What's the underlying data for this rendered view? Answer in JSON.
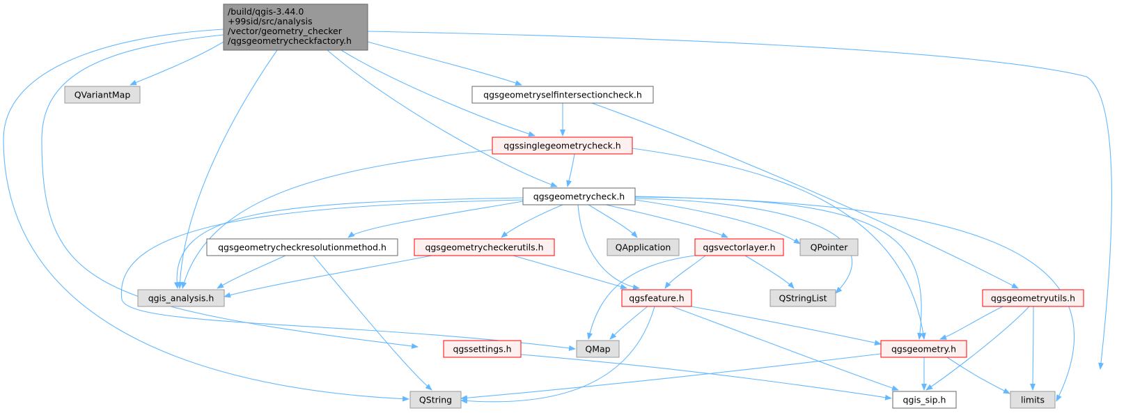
{
  "colors": {
    "edge": "#63b8ff",
    "root_fill": "#999999",
    "root_border": "#666666",
    "doc_fill": "#ffffff",
    "doc_border": "#666666",
    "red_fill": "#fff0f0",
    "red_border": "#ff0000",
    "ext_fill": "#e0e0e0",
    "ext_border": "#999999"
  },
  "nodes": {
    "root": {
      "lines": [
        "/build/qgis-3.44.0",
        "+99sid/src/analysis",
        "/vector/geometry_checker",
        "/qgsgeometrycheckfactory.h"
      ],
      "style": "root"
    },
    "qvariantmap": {
      "lines": [
        "QVariantMap"
      ],
      "style": "ext"
    },
    "selfint": {
      "lines": [
        "qgsgeometryselfintersectioncheck.h"
      ],
      "style": "doc"
    },
    "singlecheck": {
      "lines": [
        "qgssinglegeometrycheck.h"
      ],
      "style": "red"
    },
    "geomcheck": {
      "lines": [
        "qgsgeometrycheck.h"
      ],
      "style": "doc"
    },
    "resmethod": {
      "lines": [
        "qgsgeometrycheckresolutionmethod.h"
      ],
      "style": "doc"
    },
    "checkerutils": {
      "lines": [
        "qgsgeometrycheckerutils.h"
      ],
      "style": "red"
    },
    "qapplication": {
      "lines": [
        "QApplication"
      ],
      "style": "ext"
    },
    "vectorlayer": {
      "lines": [
        "qgsvectorlayer.h"
      ],
      "style": "red"
    },
    "qpointer": {
      "lines": [
        "QPointer"
      ],
      "style": "ext"
    },
    "qgisanalysis": {
      "lines": [
        "qgis_analysis.h"
      ],
      "style": "ext"
    },
    "feature": {
      "lines": [
        "qgsfeature.h"
      ],
      "style": "red"
    },
    "qstringlist": {
      "lines": [
        "QStringList"
      ],
      "style": "ext"
    },
    "geomutils": {
      "lines": [
        "qgsgeometryutils.h"
      ],
      "style": "red"
    },
    "settings": {
      "lines": [
        "qgssettings.h"
      ],
      "style": "red"
    },
    "qmap": {
      "lines": [
        "QMap"
      ],
      "style": "ext"
    },
    "geometry": {
      "lines": [
        "qgsgeometry.h"
      ],
      "style": "red"
    },
    "qstring": {
      "lines": [
        "QString"
      ],
      "style": "ext"
    },
    "qgissip": {
      "lines": [
        "qgis_sip.h"
      ],
      "style": "doc"
    },
    "limits": {
      "lines": [
        "limits"
      ],
      "style": "ext"
    }
  },
  "edges": [
    [
      "root",
      "qvariantmap"
    ],
    [
      "root",
      "selfint"
    ],
    [
      "root",
      "singlecheck"
    ],
    [
      "root",
      "geomcheck"
    ],
    [
      "root",
      "qgisanalysis"
    ],
    [
      "root",
      "qstring"
    ],
    [
      "root",
      "settings"
    ],
    [
      "root",
      "qgissip"
    ],
    [
      "selfint",
      "singlecheck"
    ],
    [
      "selfint",
      "geomutils"
    ],
    [
      "singlecheck",
      "geomcheck"
    ],
    [
      "singlecheck",
      "qgisanalysis"
    ],
    [
      "singlecheck",
      "geometry"
    ],
    [
      "geomcheck",
      "resmethod"
    ],
    [
      "geomcheck",
      "checkerutils"
    ],
    [
      "geomcheck",
      "qapplication"
    ],
    [
      "geomcheck",
      "vectorlayer"
    ],
    [
      "geomcheck",
      "qpointer"
    ],
    [
      "geomcheck",
      "qgisanalysis"
    ],
    [
      "geomcheck",
      "feature"
    ],
    [
      "geomcheck",
      "qstringlist"
    ],
    [
      "geomcheck",
      "qmap"
    ],
    [
      "geomcheck",
      "geometry"
    ],
    [
      "geomcheck",
      "limits"
    ],
    [
      "resmethod",
      "qgisanalysis"
    ],
    [
      "resmethod",
      "qstring"
    ],
    [
      "checkerutils",
      "qgisanalysis"
    ],
    [
      "checkerutils",
      "feature"
    ],
    [
      "vectorlayer",
      "feature"
    ],
    [
      "vectorlayer",
      "qstringlist"
    ],
    [
      "vectorlayer",
      "qmap"
    ],
    [
      "feature",
      "qmap"
    ],
    [
      "feature",
      "geometry"
    ],
    [
      "feature",
      "qstring"
    ],
    [
      "feature",
      "qgissip"
    ],
    [
      "geomutils",
      "geometry"
    ],
    [
      "geomutils",
      "qgissip"
    ],
    [
      "geomutils",
      "limits"
    ],
    [
      "settings",
      "qgissip"
    ],
    [
      "geometry",
      "qstring"
    ],
    [
      "geometry",
      "qgissip"
    ],
    [
      "geometry",
      "limits"
    ]
  ]
}
